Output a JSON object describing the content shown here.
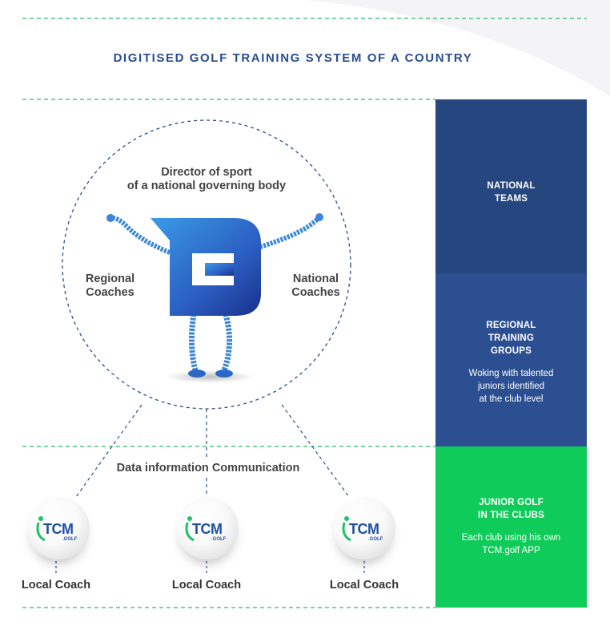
{
  "title": "DIGITISED GOLF TRAINING SYSTEM OF A COUNTRY",
  "circle": {
    "top_label_line1": "Director of sport",
    "top_label_line2": "of a national governing body",
    "left_label_line1": "Regional",
    "left_label_line2": "Coaches",
    "right_label_line1": "National",
    "right_label_line2": "Coaches"
  },
  "communication_label": "Data information Communication",
  "panels": {
    "national": {
      "line1": "NATIONAL",
      "line2": "TEAMS",
      "color": "#26467f"
    },
    "regional": {
      "line1": "REGIONAL",
      "line2": "TRAINING",
      "line3": "GROUPS",
      "desc1": "Woking with talented",
      "desc2": "juniors identified",
      "desc3": "at the club level",
      "color": "#2c4f92"
    },
    "junior": {
      "line1": "JUNIOR GOLF",
      "line2": "IN THE CLUBS",
      "desc1": "Each club using his own",
      "desc2": "TCM.golf APP",
      "color": "#0fcc5a"
    }
  },
  "clubs": [
    {
      "logo_text": "TCM",
      "logo_sub": ".GOLF",
      "label": "Local Coach"
    },
    {
      "logo_text": "TCM",
      "logo_sub": ".GOLF",
      "label": "Local Coach"
    },
    {
      "logo_text": "TCM",
      "logo_sub": ".GOLF",
      "label": "Local Coach"
    }
  ],
  "colors": {
    "accent_green": "#1fc26a",
    "navy": "#26467f",
    "blue": "#2c4f92"
  }
}
